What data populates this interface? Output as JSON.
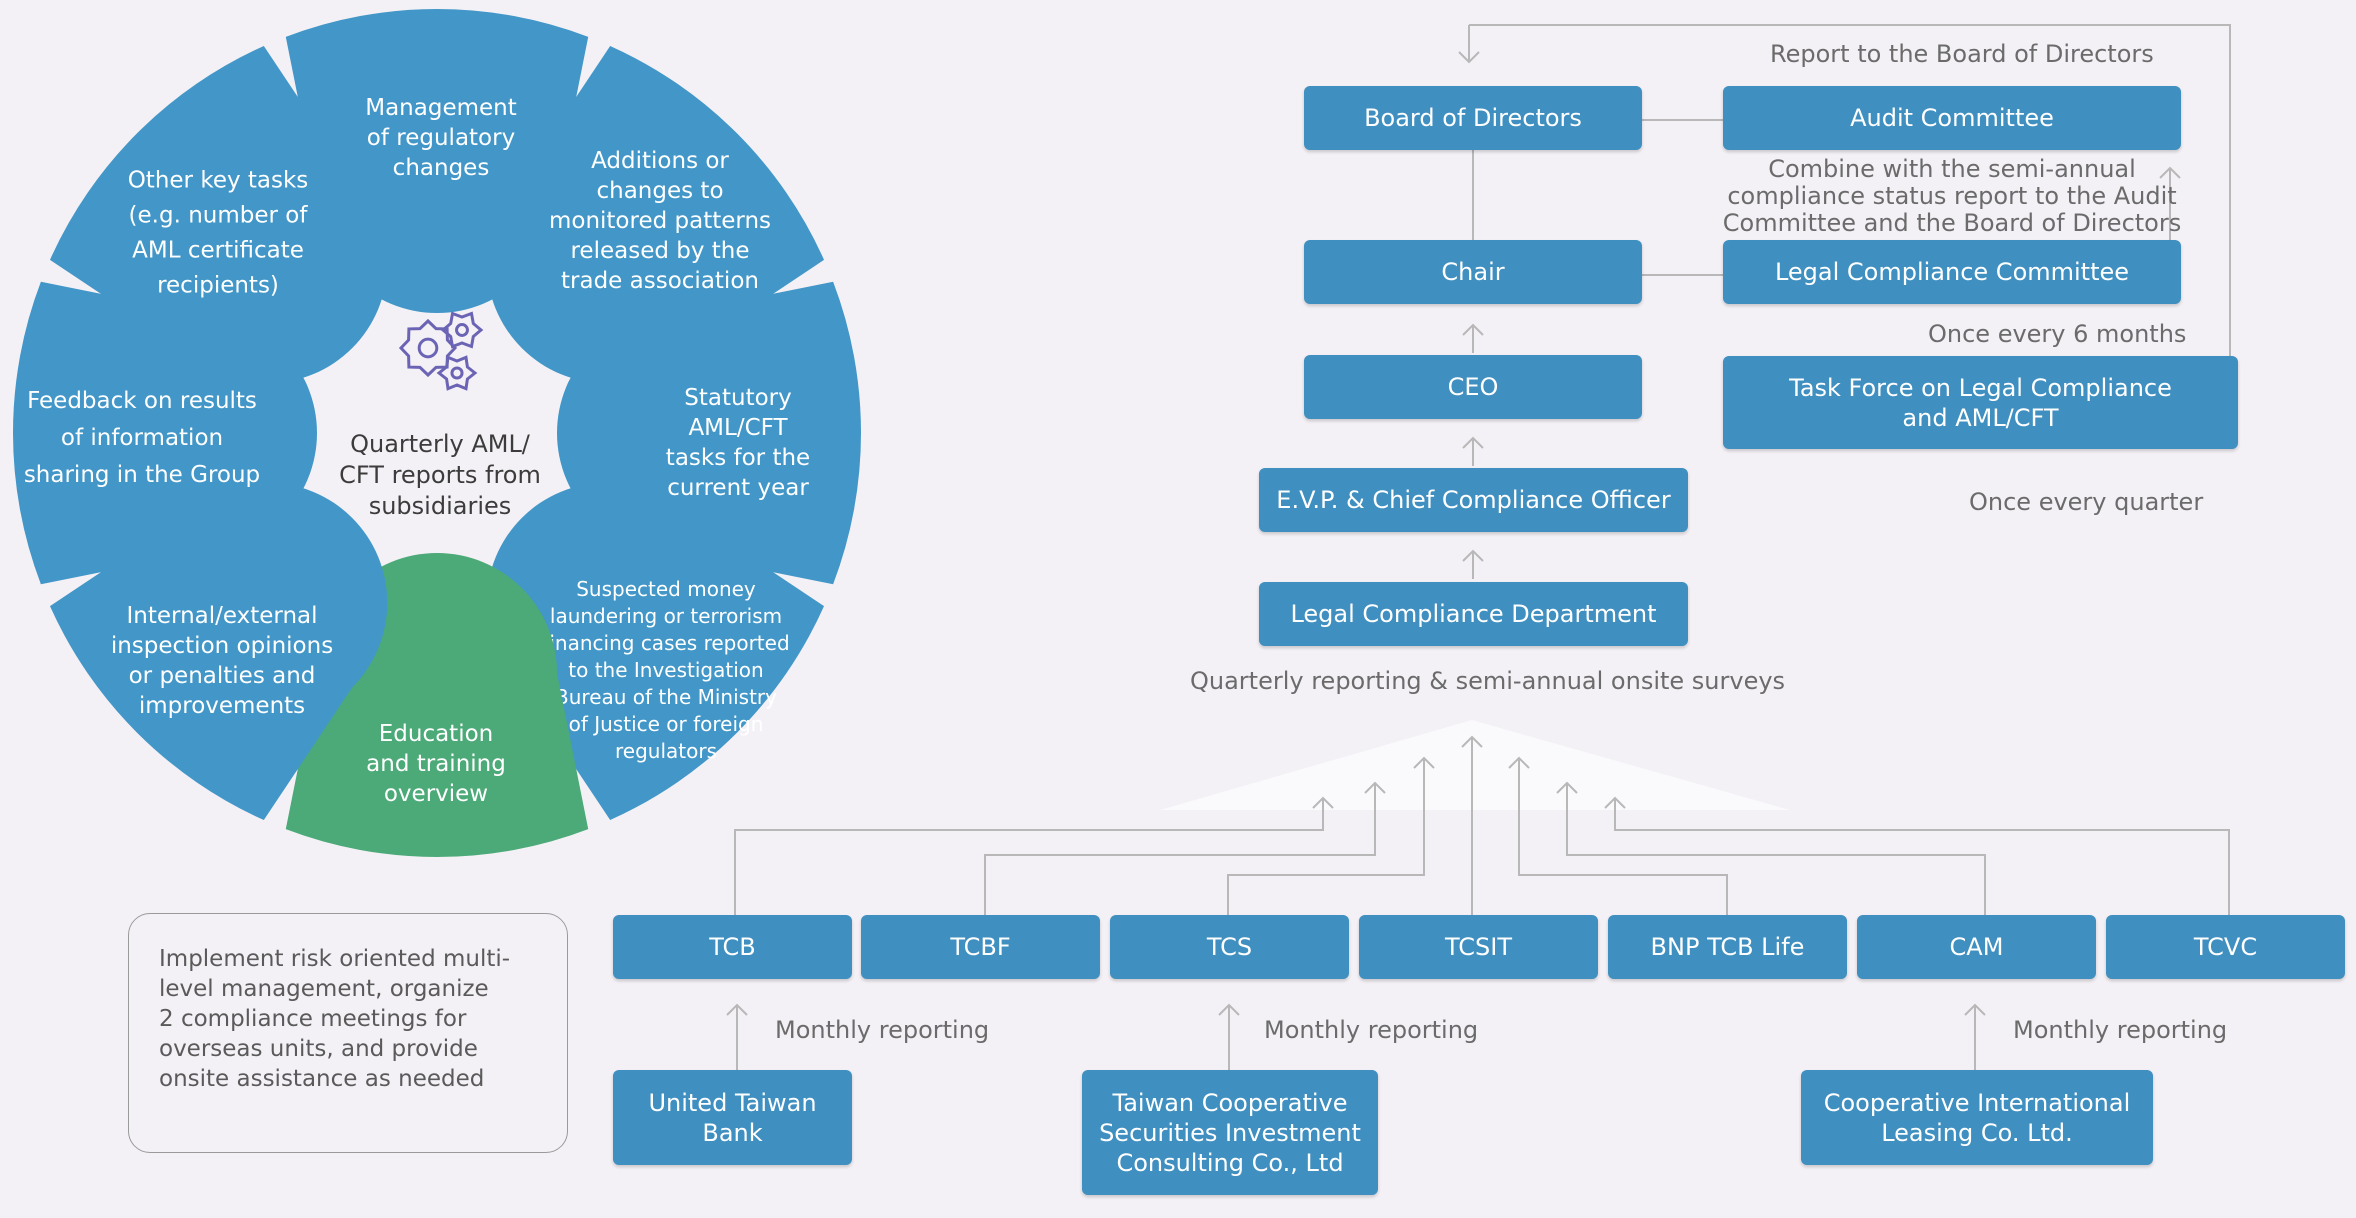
{
  "wheel": {
    "center_text": [
      "Quarterly AML/",
      "CFT reports from",
      "subsidiaries"
    ],
    "icon": "gears-icon",
    "colors": {
      "segment": "#4297c8",
      "highlight": "#4caa78",
      "text": "#ffffff",
      "center_text": "#3c3c3c"
    },
    "segments": [
      {
        "lines": [
          "Management",
          "of regulatory",
          "changes"
        ]
      },
      {
        "lines": [
          "Additions or",
          "changes to",
          "monitored patterns",
          "released by the",
          "trade association"
        ]
      },
      {
        "lines": [
          "Statutory",
          "AML/CFT",
          "tasks for the",
          "current year"
        ]
      },
      {
        "lines": [
          "Suspected money",
          "laundering or terrorism",
          "financing cases reported",
          "to the Investigation",
          "Bureau of the Ministry",
          "of Justice or foreign",
          "regulators"
        ]
      },
      {
        "lines": [
          "Education",
          "and training",
          "overview"
        ],
        "highlight": true
      },
      {
        "lines": [
          "Internal/external",
          "inspection opinions",
          "or penalties and",
          "improvements"
        ]
      },
      {
        "lines": [
          "Feedback on results",
          "of information",
          "sharing in the Group"
        ]
      },
      {
        "lines": [
          "Other key tasks",
          "(e.g. number of",
          "AML certificate",
          "recipients)"
        ]
      }
    ]
  },
  "note": "Implement risk oriented multi-\nlevel management, organize\n2 compliance meetings for\noverseas units, and provide\nonsite assistance as needed",
  "org": {
    "board": "Board of Directors",
    "audit": "Audit Committee",
    "chair": "Chair",
    "legal_committee": "Legal Compliance Committee",
    "ceo": "CEO",
    "task_force": "Task Force on Legal Compliance and AML/CFT",
    "evp": "E.V.P. & Chief Compliance Officer",
    "legal_dept": "Legal Compliance Department",
    "report_board": "Report to the Board of Directors",
    "combine": "Combine with the semi-annual compliance status report to the Audit Committee and the Board of Directors",
    "six_months": "Once every 6 months",
    "quarter": "Once every quarter",
    "quarterly_reporting": "Quarterly reporting & semi-annual onsite surveys",
    "subsidiaries": [
      "TCB",
      "TCBF",
      "TCS",
      "TCSIT",
      "BNP TCB Life",
      "CAM",
      "TCVC"
    ],
    "sub_units": [
      {
        "name": "United Taiwan Bank",
        "label": "Monthly reporting"
      },
      {
        "name": "Taiwan Cooperative Securities Investment Consulting Co., Ltd",
        "label": "Monthly reporting"
      },
      {
        "name": "Cooperative International Leasing Co. Ltd.",
        "label": "Monthly reporting"
      }
    ],
    "colors": {
      "box": "#3f8fc0",
      "connector": "#b5b5b5",
      "label": "#6b6b6b"
    }
  }
}
